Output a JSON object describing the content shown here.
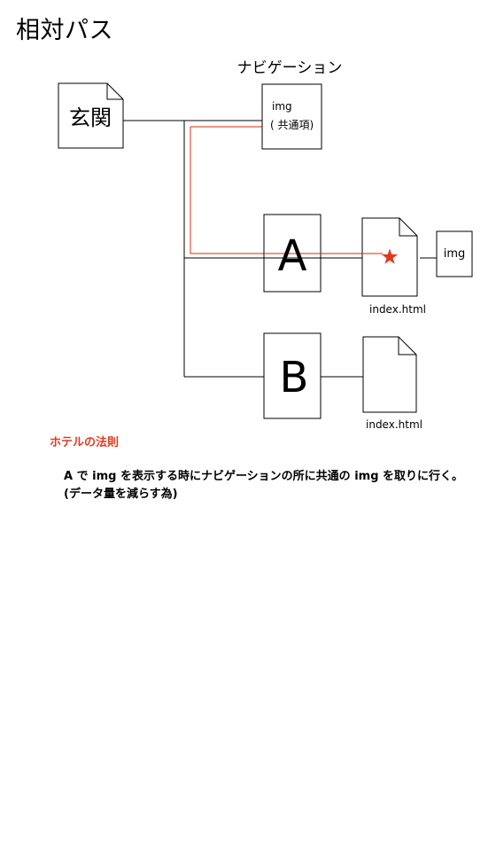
{
  "title": "相対パス",
  "nodes": {
    "genkan": "玄関",
    "nav_label": "ナビゲーション",
    "nav_img": "img",
    "nav_common": "( 共通項)",
    "a": "A",
    "b": "B",
    "a_index": "index.html",
    "b_index": "index.html",
    "a_img": "img"
  },
  "colors": {
    "path_line": "#d9583a",
    "star": "#e03a1e",
    "note_title": "#e03a1e"
  },
  "icons": {
    "star": "star-icon"
  },
  "note": {
    "title": "ホテルの法則",
    "line1": "A で img を表示する時にナビゲーションの所に共通の img を取りに行く。",
    "line2": "(データ量を減らす為)"
  }
}
